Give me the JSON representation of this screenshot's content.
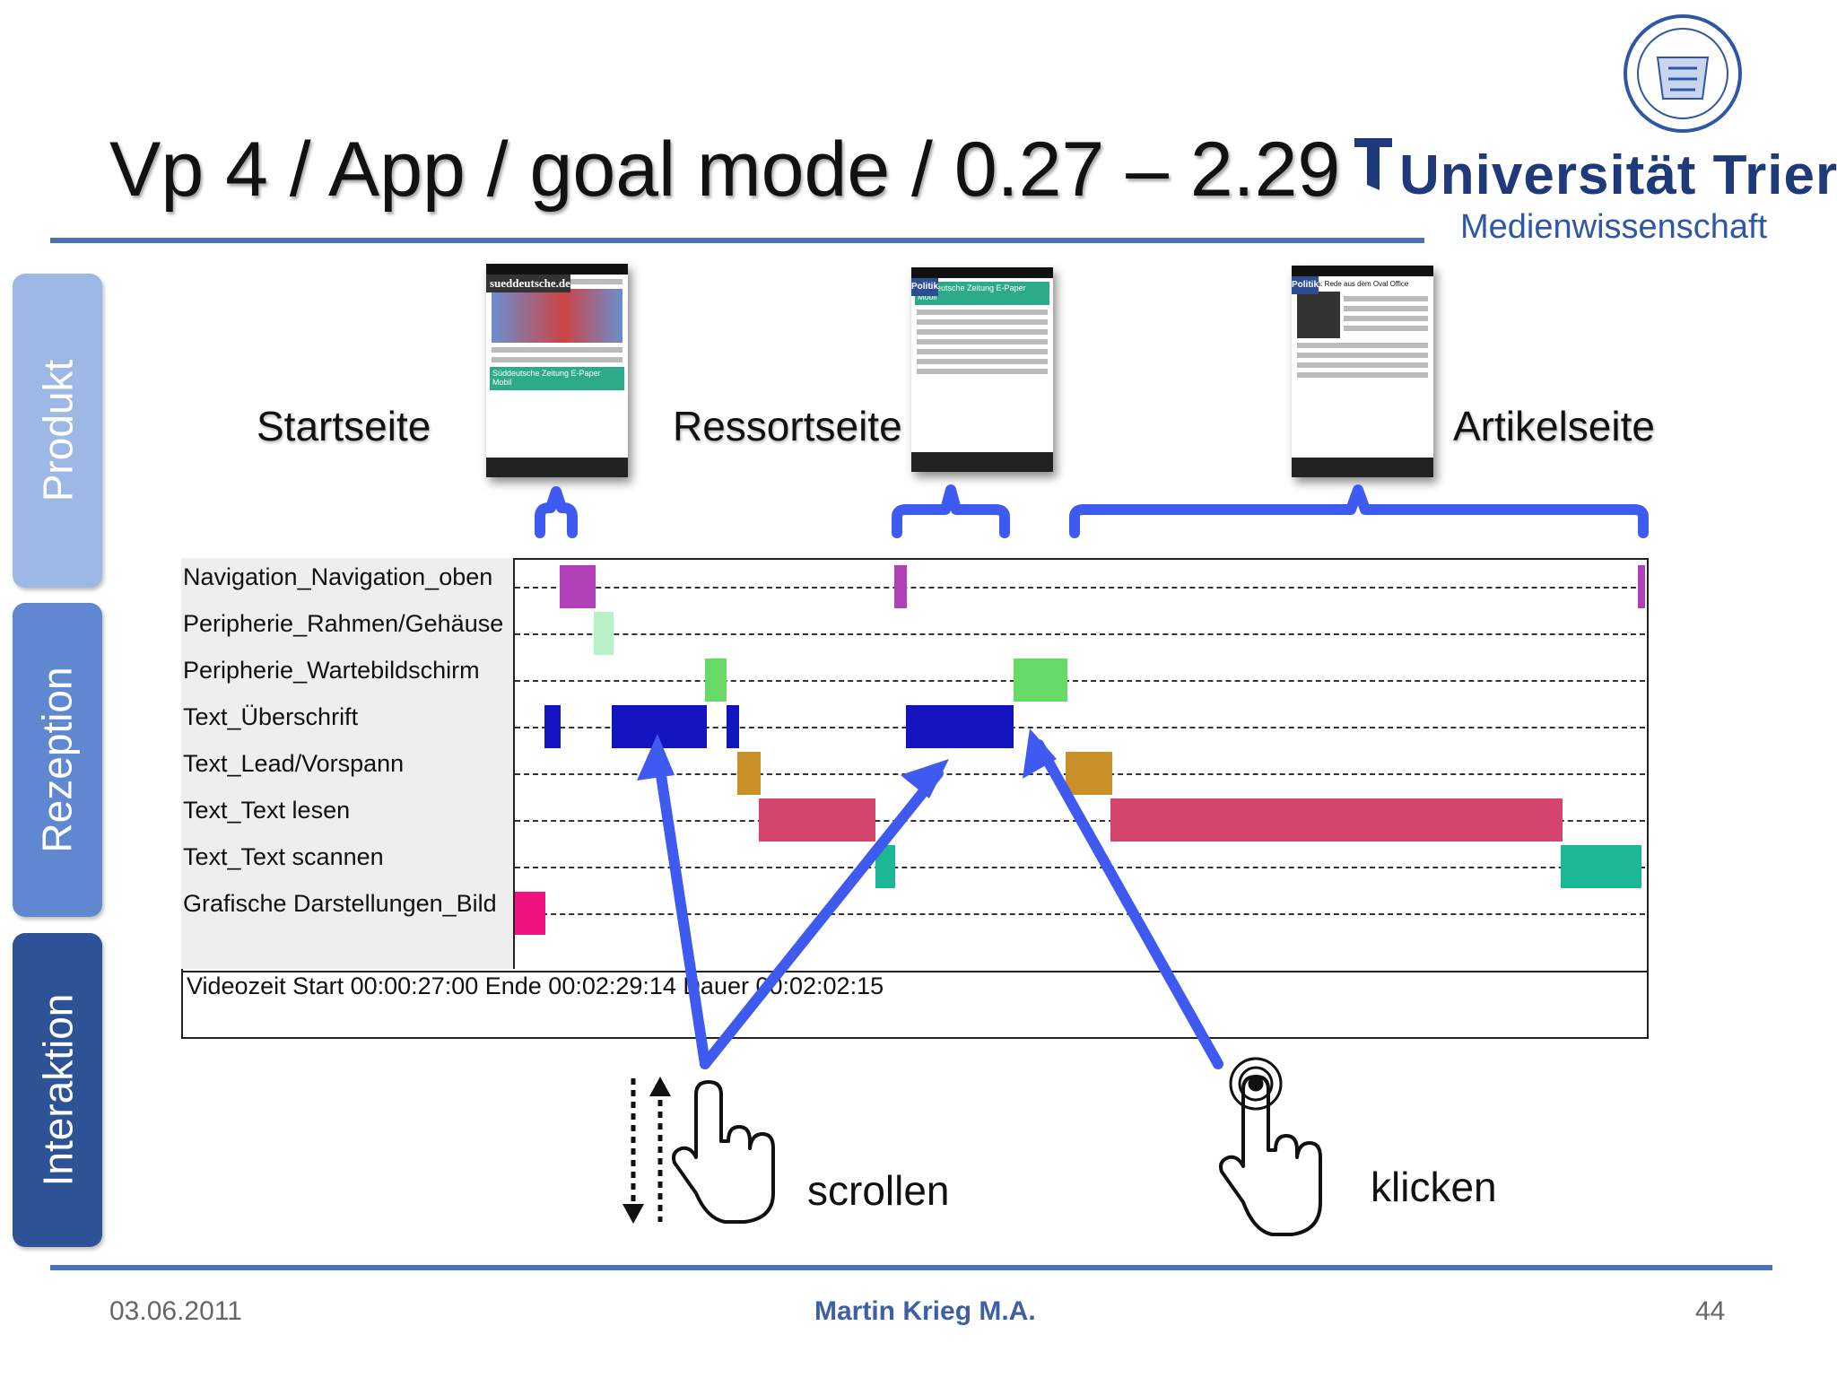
{
  "slide": {
    "title": "Vp 4 / App / goal mode / 0.27 – 2.29",
    "university": "Universität Trier",
    "department": "Medienwissenschaft",
    "date": "03.06.2011",
    "author": "Martin Krieg  M.A.",
    "page": "44"
  },
  "sidebar": {
    "tabs": [
      {
        "label": "Produkt",
        "color": "#9db8e4"
      },
      {
        "label": "Rezeption",
        "color": "#5f88d0"
      },
      {
        "label": "Interaktion",
        "color": "#2d5396"
      }
    ]
  },
  "pages": {
    "start_label": "Startseite",
    "ressort_label": "Ressortseite",
    "artikel_label": "Artikelseite"
  },
  "phones": {
    "start": {
      "header": "sueddeutsche.de",
      "promo": "Süddeutsche Zeitung E-Paper Mobil"
    },
    "ressort": {
      "header": "Politik",
      "promo": "Süddeutsche Zeitung E-Paper Mobil"
    },
    "artikel": {
      "header": "Politik",
      "headline": "Obama: Rede aus dem Oval Office"
    }
  },
  "gantt": {
    "rows": [
      "Navigation_Navigation_oben",
      "Peripherie_Rahmen/Gehäuse",
      "Peripherie_Wartebildschirm",
      "Text_Überschrift",
      "Text_Lead/Vorspann",
      "Text_Text lesen",
      "Text_Text scannen",
      "Grafische Darstellungen_Bild"
    ],
    "colors": {
      "navigation": "#b13fb8",
      "rahmen": "#b8f0c8",
      "warte": "#66d966",
      "ueberschrift": "#1515c0",
      "lead": "#c9902a",
      "lesen": "#d4456e",
      "scannen": "#1cb894",
      "bild": "#f0137f"
    },
    "video_text": "Videozeit Start 00:00:27:00  Ende 00:02:29:14  Dauer 00:02:02:15"
  },
  "gestures": {
    "scroll_label": "scrollen",
    "click_label": "klicken"
  },
  "colors": {
    "accent": "#4a72b6",
    "arrow": "#3f5af0"
  }
}
